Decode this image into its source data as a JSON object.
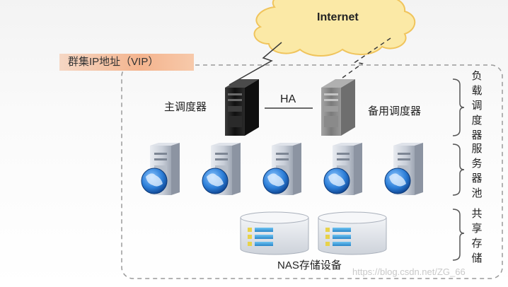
{
  "internet_label": "Internet",
  "vip_label": "群集IP地址（VIP）",
  "primary_scheduler_label": "主调度器",
  "backup_scheduler_label": "备用调度器",
  "ha_label": "HA",
  "tier_labels": {
    "load_balancer": "负载调度器",
    "server_pool": "服务器池",
    "shared_storage": "共享存储"
  },
  "nas_label": "NAS存储设备",
  "watermark": "https://blog.csdn.net/ZG_66",
  "colors": {
    "cloud_fill": "#fbe9a6",
    "cloud_stroke": "#f0c45c",
    "vip_tag": "#f4b48e",
    "dashed_border": "#9a9a9a",
    "server_dark": "#1b1b1b",
    "server_grey": "#8d8d8d"
  }
}
